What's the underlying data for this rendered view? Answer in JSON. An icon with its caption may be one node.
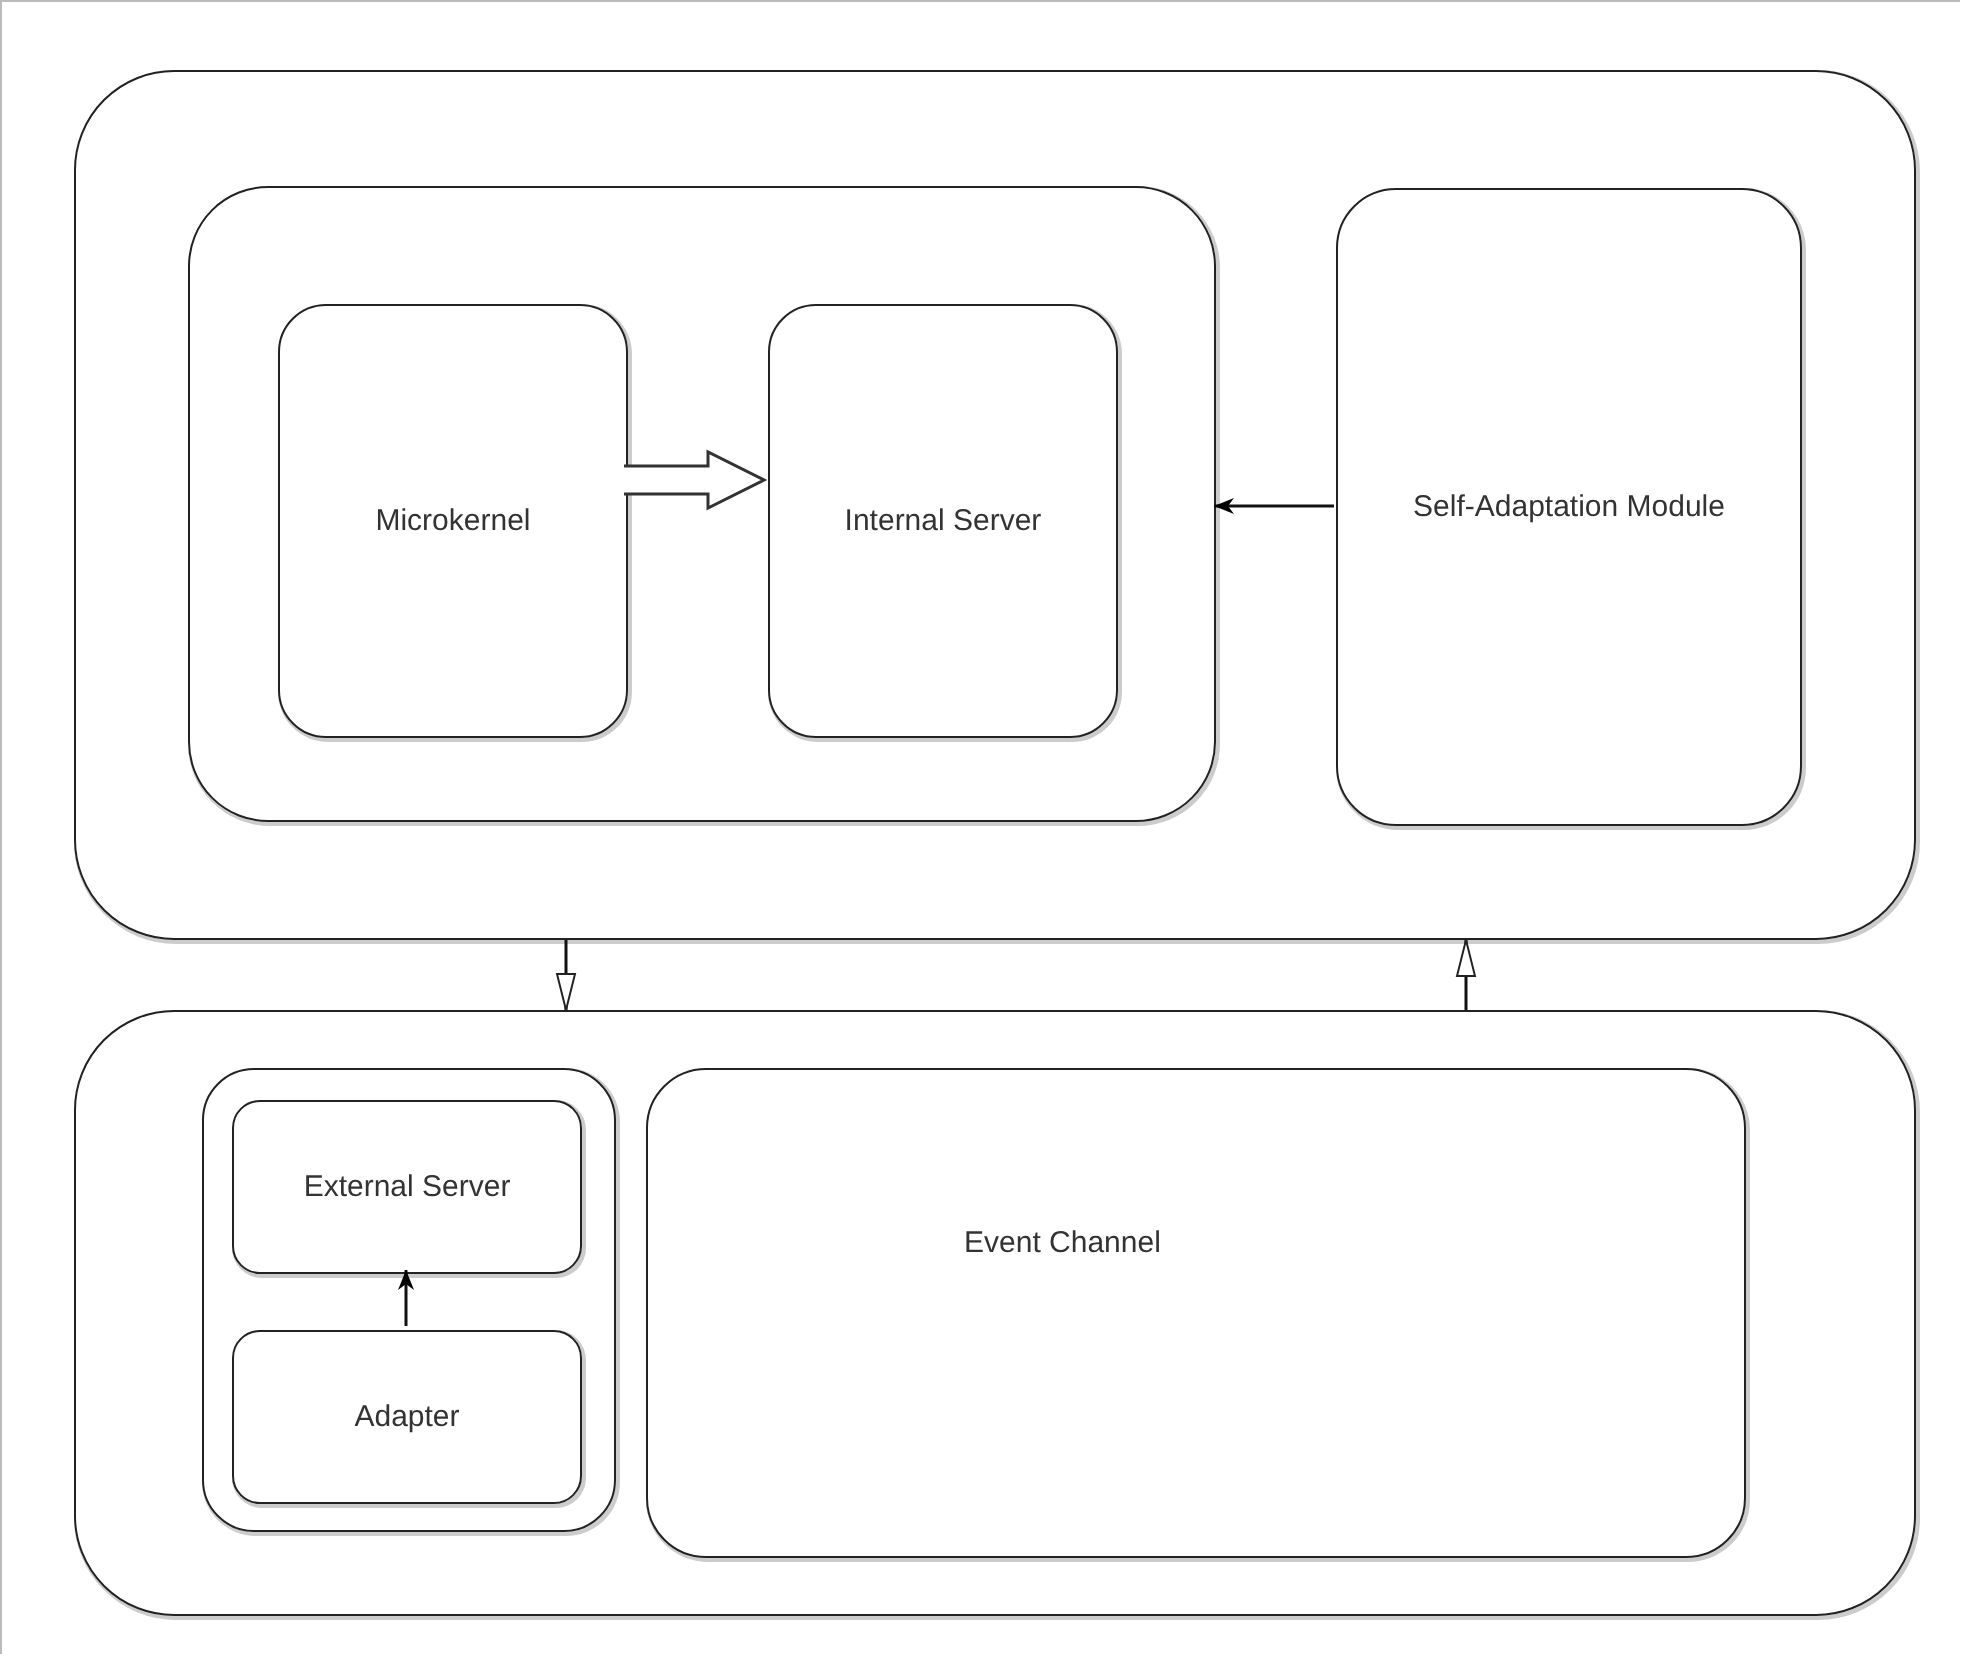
{
  "diagram": {
    "nodes": [
      {
        "text": [],
        "shape": "box"
      },
      {
        "text": [],
        "shape": "box",
        "in": 0
      },
      {
        "text": [
          "Microkernel"
        ],
        "in": 1
      },
      {
        "text": [
          "Internal Server"
        ],
        "in": 1
      },
      {
        "text": [
          "Self-Adaptation Module"
        ],
        "in": 0
      },
      {
        "text": [],
        "shape": "box"
      },
      {
        "text": [],
        "shape": "box",
        "in": 5
      },
      {
        "text": [
          "External Server"
        ],
        "in": 6
      },
      {
        "text": [
          "Adapter"
        ],
        "in": 6
      },
      {
        "text": [
          "Event Channel"
        ],
        "in": 5
      }
    ],
    "edges": [
      {
        "from": 2,
        "to": 3,
        "arrow": "to",
        "style": "thick"
      },
      {
        "from": 4,
        "to": 1,
        "arrow": "to"
      },
      {
        "from": 0,
        "to": 5,
        "arrow": "to"
      },
      {
        "from": 5,
        "to": 0,
        "arrow": "to"
      },
      {
        "from": 8,
        "to": 7,
        "arrow": "to"
      }
    ]
  }
}
